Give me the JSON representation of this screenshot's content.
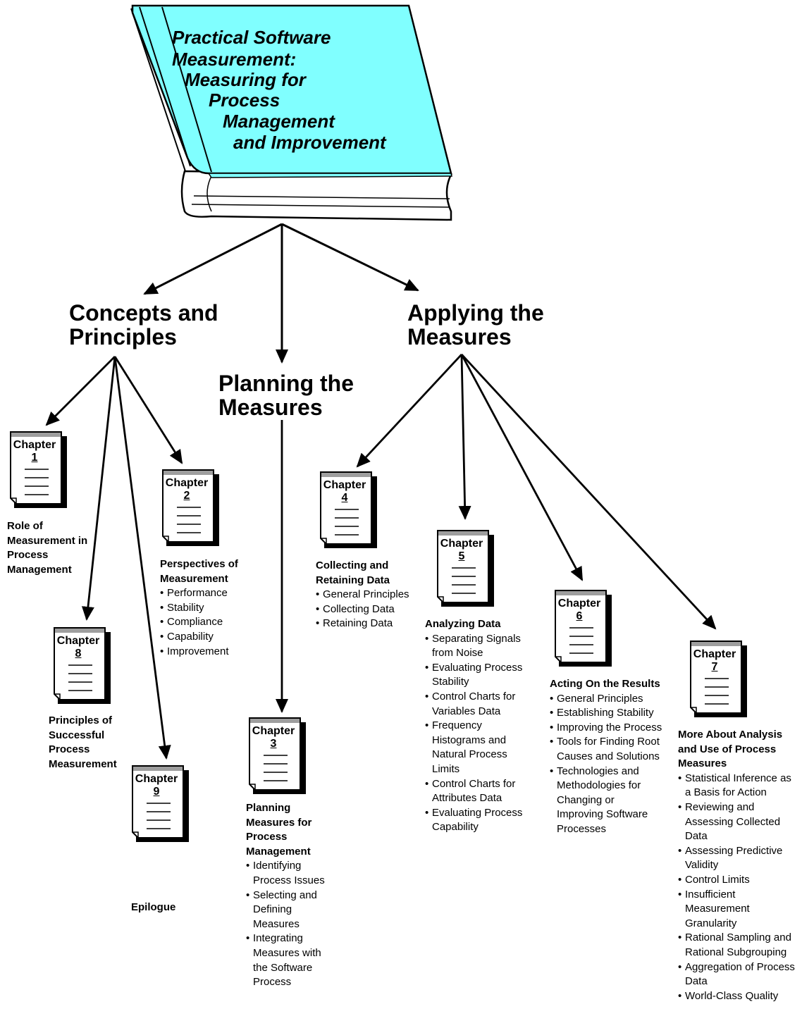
{
  "book": {
    "title_lines": [
      "Practical Software",
      "Measurement:",
      "Measuring for",
      "Process",
      "Management",
      "and Improvement"
    ],
    "cover_color": "#80ffff"
  },
  "sections": {
    "concepts": [
      "Concepts and",
      "Principles"
    ],
    "planning": [
      "Planning the",
      "Measures"
    ],
    "applying": [
      "Applying the",
      "Measures"
    ]
  },
  "chapter_word": "Chapter",
  "chapters": {
    "c1": {
      "number": "1",
      "title": "Role of Measurement in Process Management",
      "items": []
    },
    "c2": {
      "number": "2",
      "title": "Perspectives of Measurement",
      "items": [
        "Performance",
        "Stability",
        "Compliance",
        "Capability",
        "Improvement"
      ]
    },
    "c3": {
      "number": "3",
      "title": "Planning Measures for Process Management",
      "items": [
        "Identifying Process Issues",
        "Selecting and Defining Measures",
        "Integrating Measures with the Software Process"
      ]
    },
    "c4": {
      "number": "4",
      "title": "Collecting and Retaining Data",
      "items": [
        "General Principles",
        "Collecting Data",
        "Retaining Data"
      ]
    },
    "c5": {
      "number": "5",
      "title": "Analyzing Data",
      "items": [
        "Separating Signals from Noise",
        "Evaluating Process Stability",
        "Control Charts for Variables Data",
        "Frequency Histograms and Natural Process Limits",
        "Control Charts for Attributes Data",
        "Evaluating Process Capability"
      ]
    },
    "c6": {
      "number": "6",
      "title": "Acting On the Results",
      "items": [
        "General Principles",
        "Establishing Stability",
        "Improving the Process",
        "Tools for Finding Root Causes and Solutions",
        "Technologies and Methodologies for Changing or Improving Software Processes"
      ]
    },
    "c7": {
      "number": "7",
      "title": "More About Analysis and Use of Process Measures",
      "items": [
        "Statistical Inference as a Basis for Action",
        "Reviewing and Assessing Collected Data",
        "Assessing Predictive Validity",
        "Control Limits",
        "Insufficient Measurement Granularity",
        "Rational Sampling and Rational Subgrouping",
        "Aggregation of Process Data",
        "World-Class Quality"
      ]
    },
    "c8": {
      "number": "8",
      "title": "Principles of Successful Process Measurement",
      "items": []
    },
    "c9": {
      "number": "9",
      "title": "Epilogue",
      "items": []
    }
  }
}
